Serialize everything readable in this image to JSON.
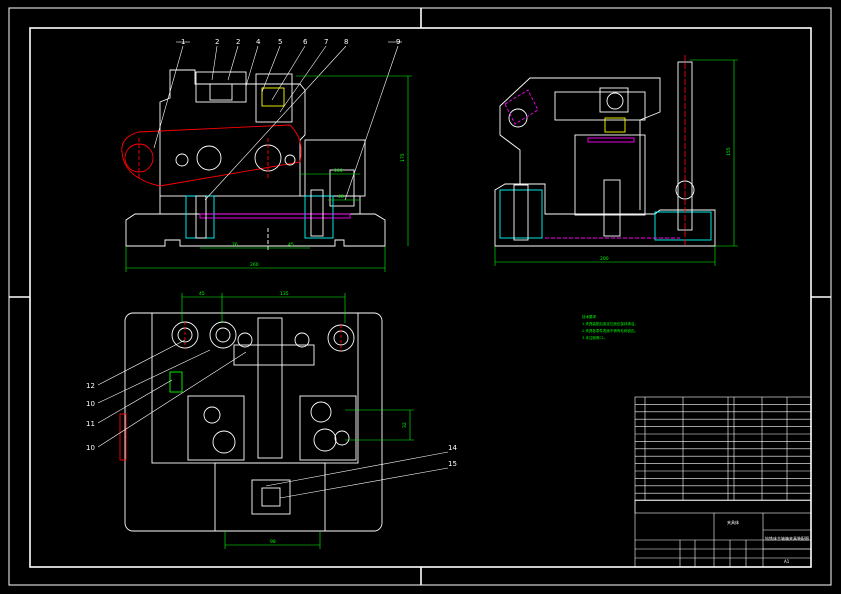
{
  "sheet": {
    "size_label": "A1",
    "title_block_name": "夹具体",
    "title_block_drawing": "钻铣床主轴箱夹具装配图"
  },
  "part_labels": {
    "front": [
      "1",
      "2",
      "2",
      "4",
      "5",
      "6",
      "7",
      "8",
      "9"
    ],
    "plan_left": [
      "12",
      "10",
      "11",
      "10"
    ],
    "plan_right": [
      "14",
      "15"
    ]
  },
  "dimensions": {
    "front_overall_width": "260",
    "front_overall_height": "175",
    "front_bottom_a": "76",
    "front_bottom_b": "45",
    "front_right_1": "100",
    "front_right_2": "48",
    "side_overall_width": "200",
    "side_overall_height": "155",
    "plan_top_a": "45",
    "plan_top_b": "135",
    "plan_right": "32",
    "plan_bottom": "98"
  },
  "notes": {
    "title": "技术要求",
    "lines": [
      "1.夹具装配后各定位面应保持清洁。",
      "2.夹具各零件表面不得有毛刺锐边。",
      "3.未注倒角C1。"
    ]
  },
  "colors": {
    "line": "#ffffff",
    "dim": "#00ff00",
    "red": "#ff0000",
    "cyan": "#00ffff",
    "yellow": "#ffff00",
    "magenta": "#ff00ff"
  }
}
